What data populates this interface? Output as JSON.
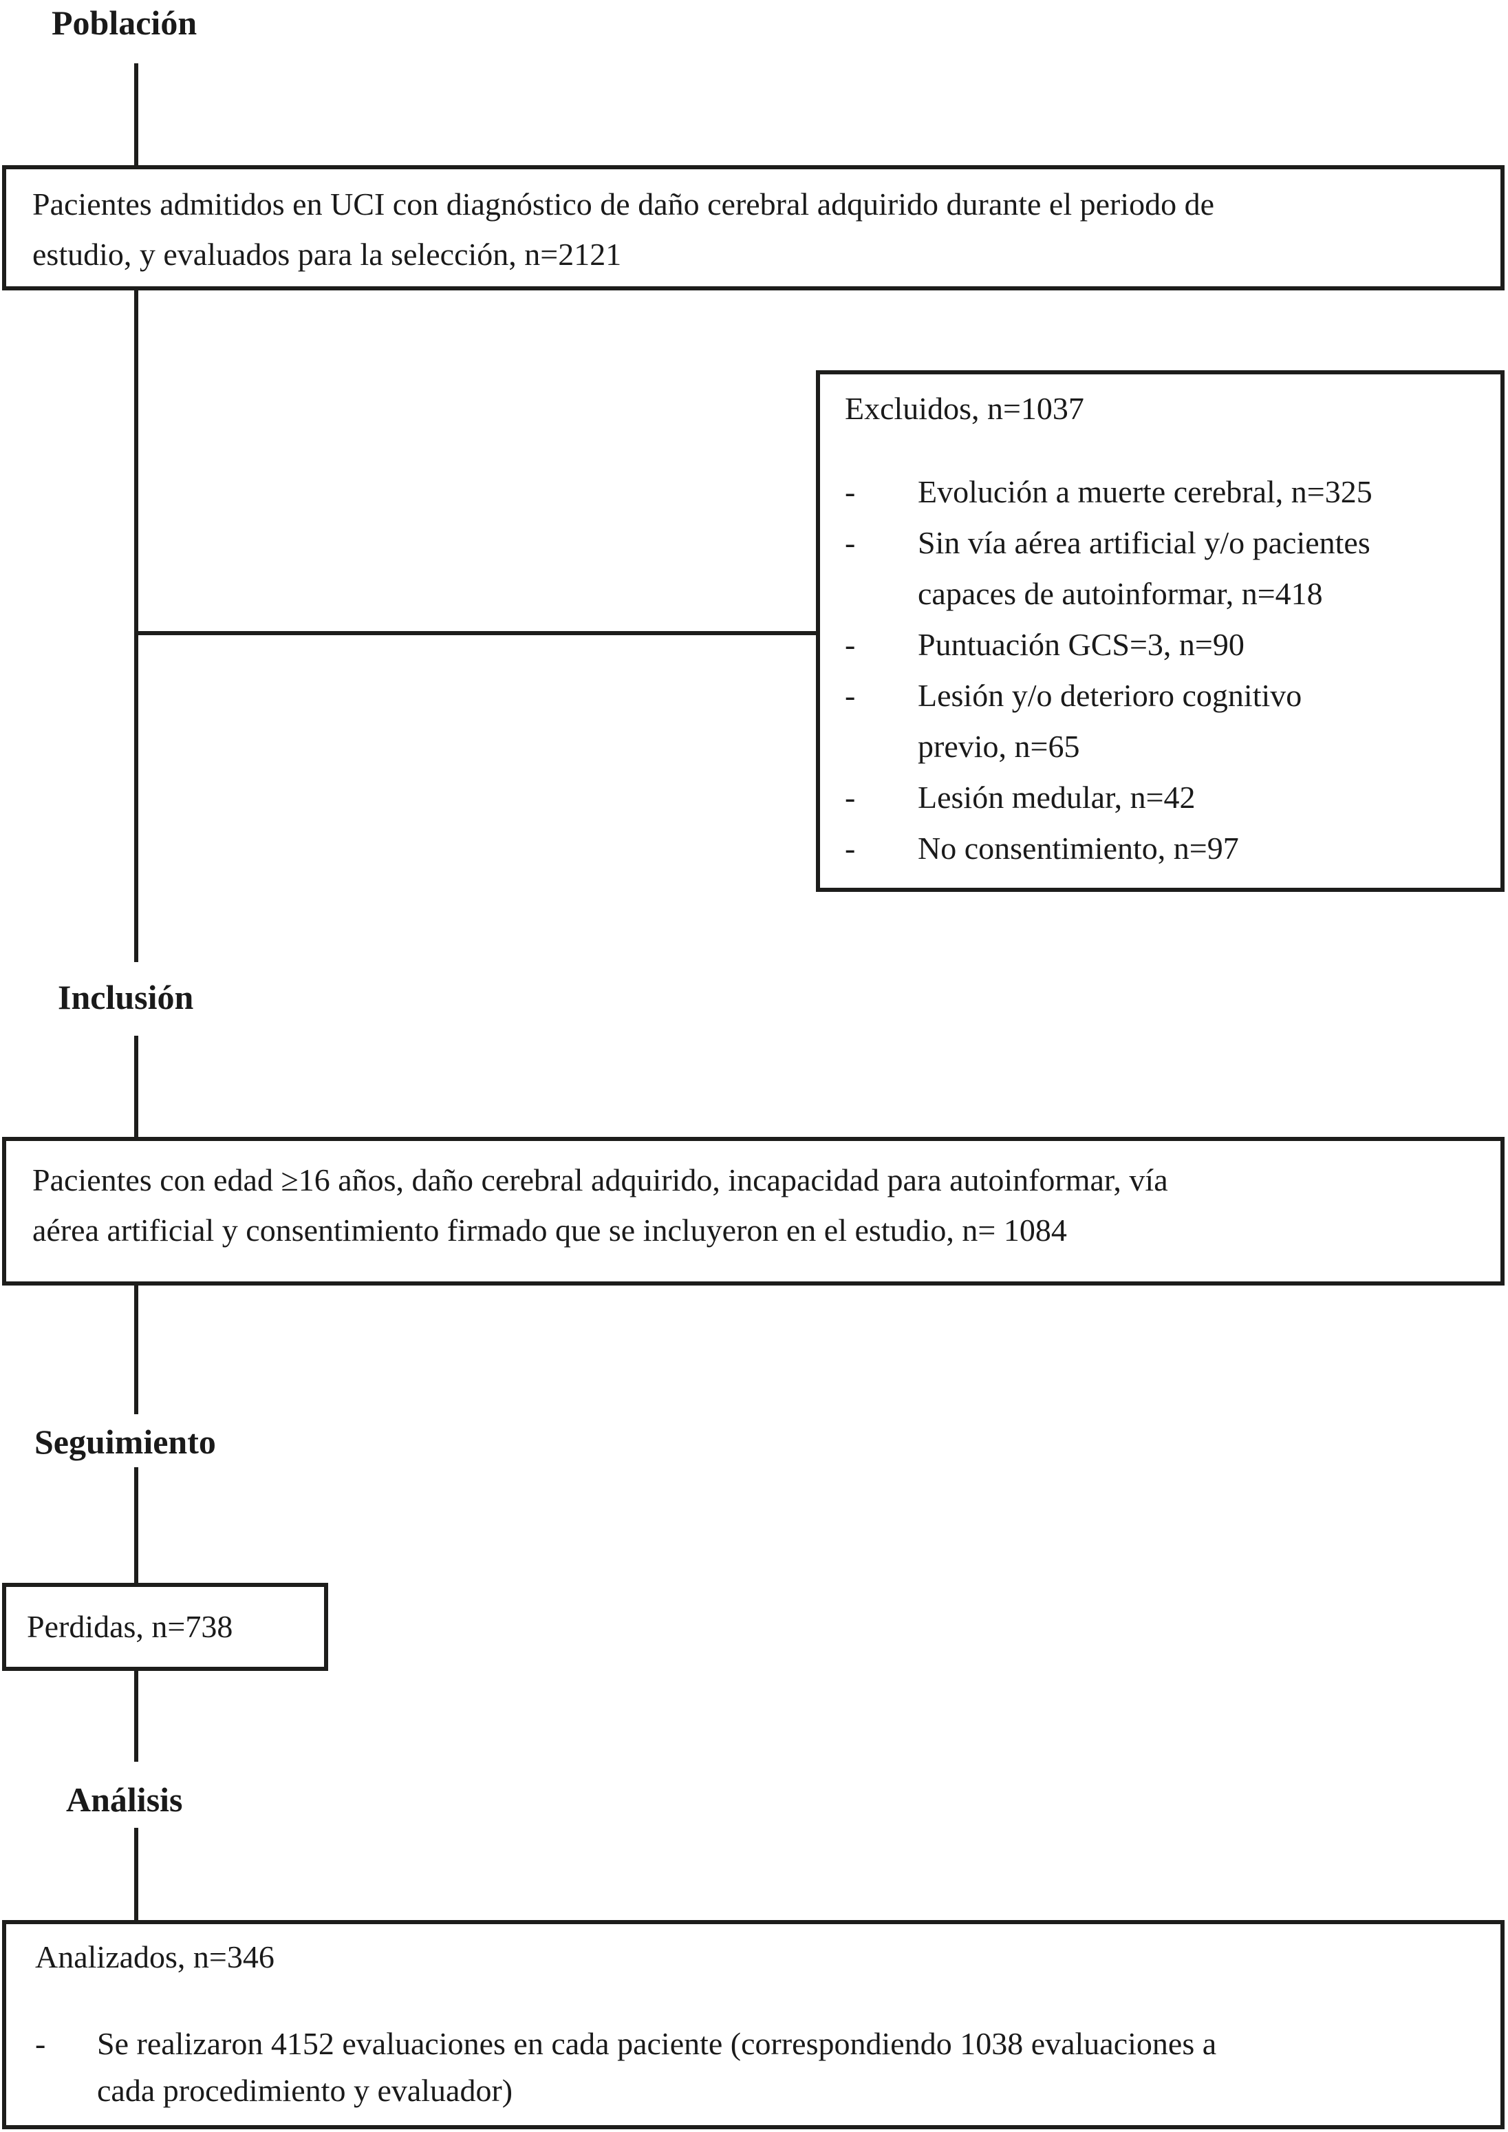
{
  "colors": {
    "ink": "#1d1d1b",
    "text": "#1a1a1a",
    "background": "#ffffff"
  },
  "flowchart": {
    "stage_labels": {
      "population": "Población",
      "inclusion": "Inclusión",
      "followup": "Seguimiento",
      "analysis": "Análisis"
    },
    "boxes": {
      "screened": {
        "lines": [
          "Pacientes admitidos en UCI con diagnóstico de daño cerebral adquirido durante el periodo de",
          "estudio, y evaluados para la selección, n=2121"
        ]
      },
      "excluded": {
        "title": "Excluidos, n=1037",
        "bullet": "-",
        "items": [
          {
            "lines": [
              "Evolución a muerte cerebral, n=325"
            ]
          },
          {
            "lines": [
              "Sin vía aérea artificial y/o pacientes",
              "capaces de autoinformar, n=418"
            ]
          },
          {
            "lines": [
              "Puntuación GCS=3, n=90"
            ]
          },
          {
            "lines": [
              "Lesión y/o deterioro cognitivo",
              "previo, n=65"
            ]
          },
          {
            "lines": [
              "Lesión medular, n=42"
            ]
          },
          {
            "lines": [
              "No consentimiento, n=97"
            ]
          }
        ]
      },
      "included": {
        "lines": [
          "Pacientes con edad ≥16 años, daño cerebral adquirido, incapacidad para autoinformar, vía",
          "aérea artificial y consentimiento firmado que se incluyeron en el estudio, n= 1084"
        ]
      },
      "lost": {
        "text": "Perdidas, n=738"
      },
      "analyzed": {
        "title": "Analizados, n=346",
        "bullet": "-",
        "items": [
          {
            "lines": [
              "Se realizaron 4152 evaluaciones en cada paciente (correspondiendo 1038 evaluaciones a",
              "cada procedimiento y evaluador)"
            ]
          }
        ]
      }
    }
  }
}
